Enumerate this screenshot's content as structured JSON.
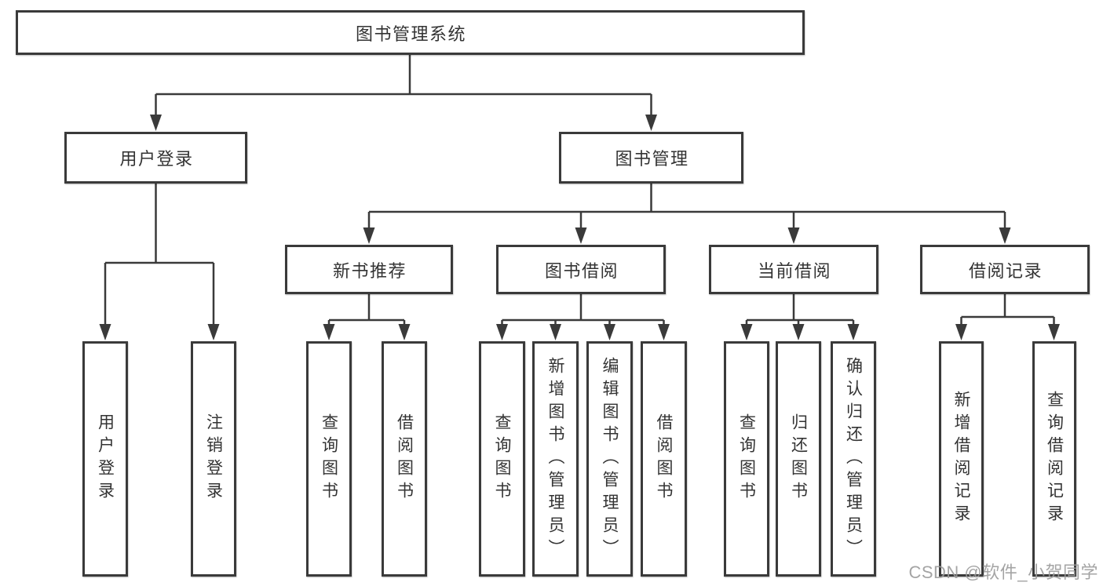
{
  "tree": {
    "root": {
      "label": "图书管理系统"
    },
    "level2": [
      {
        "label": "用户登录"
      },
      {
        "label": "图书管理"
      }
    ],
    "level3": [
      {
        "label": "新书推荐"
      },
      {
        "label": "图书借阅"
      },
      {
        "label": "当前借阅"
      },
      {
        "label": "借阅记录"
      }
    ],
    "leaves": {
      "user_login": [
        {
          "label": "用户登录"
        },
        {
          "label": "注销登录"
        }
      ],
      "new_book_recommend": [
        {
          "label": "查询图书"
        },
        {
          "label": "借阅图书"
        }
      ],
      "book_borrow": [
        {
          "label": "查询图书"
        },
        {
          "label": "新增图书（管理员）"
        },
        {
          "label": "编辑图书（管理员）"
        },
        {
          "label": "借阅图书"
        }
      ],
      "current_borrow": [
        {
          "label": "查询图书"
        },
        {
          "label": "归还图书"
        },
        {
          "label": "确认归还（管理员）"
        }
      ],
      "borrow_records": [
        {
          "label": "新增借阅记录"
        },
        {
          "label": "查询借阅记录"
        }
      ]
    }
  },
  "watermark": {
    "text": "CSDN @软件_小贺同学"
  },
  "colors": {
    "line": "#3a3a3a",
    "text": "#333333",
    "background": "#ffffff",
    "watermark": "#9b9b9b"
  }
}
